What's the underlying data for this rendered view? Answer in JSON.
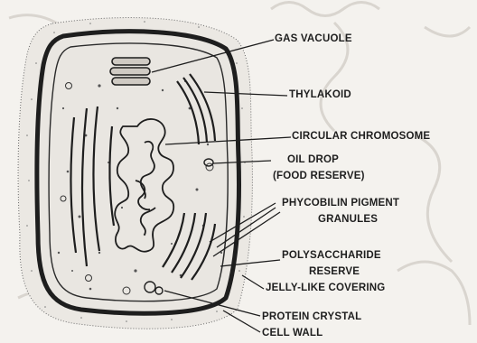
{
  "labels": {
    "gas_vacuole": "GAS VACUOLE",
    "thylakoid": "THYLAKOID",
    "circular_chromosome": "CIRCULAR CHROMOSOME",
    "oil_drop_1": "OIL DROP",
    "oil_drop_2": "(FOOD RESERVE)",
    "phycobilin_1": "PHYCOBILIN PIGMENT",
    "phycobilin_2": "GRANULES",
    "polysaccharide_1": "POLYSACCHARIDE",
    "polysaccharide_2": "RESERVE",
    "jelly_covering": "JELLY-LIKE COVERING",
    "protein_crystal": "PROTEIN CRYSTAL",
    "cell_wall": "CELL WALL"
  },
  "colors": {
    "ink": "#1e1e1e",
    "background": "#f4f2ee",
    "watermark": "#d9d5cf",
    "cell_fill": "#e9e6e1"
  }
}
